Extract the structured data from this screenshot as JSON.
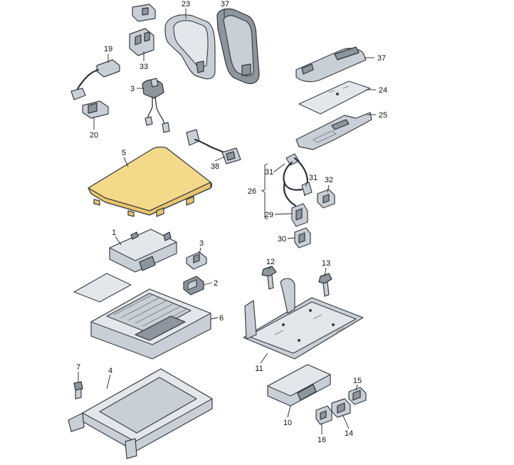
{
  "highlight_color": "#f5d98a",
  "callouts": [
    {
      "id": "c23",
      "text": "23"
    },
    {
      "id": "c37a",
      "text": "37"
    },
    {
      "id": "c19",
      "text": "19"
    },
    {
      "id": "c33",
      "text": "33"
    },
    {
      "id": "c3a",
      "text": "3"
    },
    {
      "id": "c20",
      "text": "20"
    },
    {
      "id": "c37b",
      "text": "37"
    },
    {
      "id": "c24",
      "text": "24"
    },
    {
      "id": "c25",
      "text": "25"
    },
    {
      "id": "c5",
      "text": "5"
    },
    {
      "id": "c38",
      "text": "38"
    },
    {
      "id": "c31a",
      "text": "31"
    },
    {
      "id": "c31b",
      "text": "31"
    },
    {
      "id": "c26",
      "text": "26"
    },
    {
      "id": "c32",
      "text": "32"
    },
    {
      "id": "c29",
      "text": "29"
    },
    {
      "id": "c30",
      "text": "30"
    },
    {
      "id": "c1",
      "text": "1"
    },
    {
      "id": "c3b",
      "text": "3"
    },
    {
      "id": "c2",
      "text": "2"
    },
    {
      "id": "c12",
      "text": "12"
    },
    {
      "id": "c13",
      "text": "13"
    },
    {
      "id": "c6",
      "text": "6"
    },
    {
      "id": "c11",
      "text": "11"
    },
    {
      "id": "c7",
      "text": "7"
    },
    {
      "id": "c4",
      "text": "4"
    },
    {
      "id": "c15",
      "text": "15"
    },
    {
      "id": "c10",
      "text": "10"
    },
    {
      "id": "c16",
      "text": "16"
    },
    {
      "id": "c14",
      "text": "14"
    }
  ]
}
